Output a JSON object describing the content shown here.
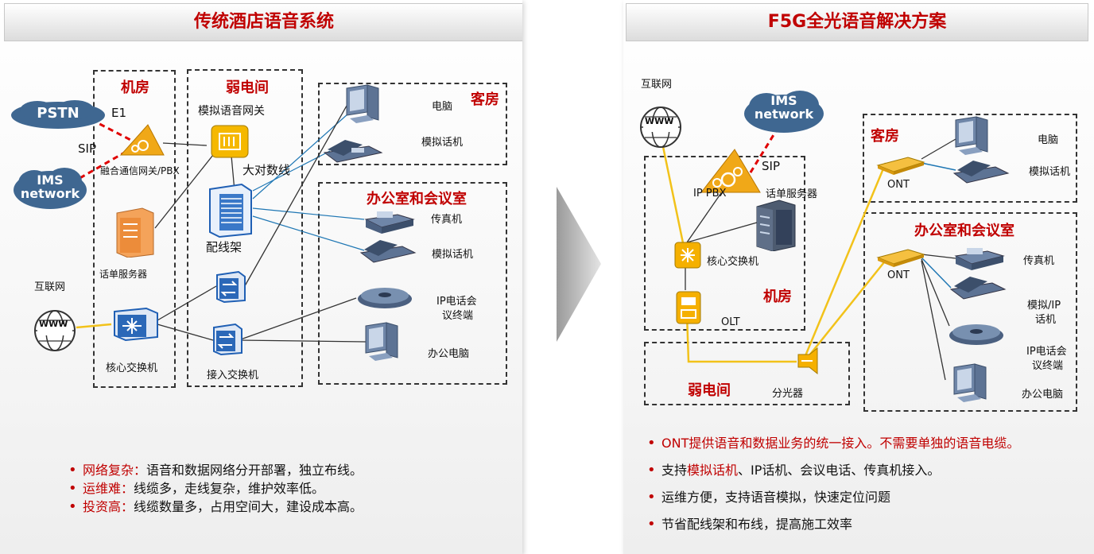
{
  "left": {
    "title": "传统酒店语音系统",
    "zones": {
      "machine_room": "机房",
      "weak_room": "弱电间",
      "guest_room": "客房",
      "office": "办公室和会议室"
    },
    "labels": {
      "pstn": "PSTN",
      "ims_line1": "IMS",
      "ims_line2": "network",
      "e1": "E1",
      "sip": "SIP",
      "gateway": "融合通信网关/PBX",
      "voice_gateway": "模拟语音网关",
      "big_cable": "大对数线",
      "patch_panel": "配线架",
      "billing_server": "话单服务器",
      "internet": "互联网",
      "www": "WWW",
      "core_switch": "核心交换机",
      "access_switch": "接入交换机",
      "pc": "电脑",
      "analog_phone": "模拟话机",
      "fax": "传真机",
      "analog_phone2": "模拟话机",
      "ip_conf_line1": "IP电话会",
      "ip_conf_line2": "议终端",
      "office_pc": "办公电脑"
    },
    "bullets": [
      {
        "key": "网络复杂：",
        "text": "语音和数据网络分开部署，独立布线。"
      },
      {
        "key": "运维难：",
        "text": "线缆多，走线复杂，维护效率低。"
      },
      {
        "key": "投资高：",
        "text": "线缆数量多，占用空间大，建设成本高。"
      }
    ]
  },
  "right": {
    "title": "F5G全光语音解决方案",
    "zones": {
      "machine_room": "机房",
      "weak_room": "弱电间",
      "guest_room": "客房",
      "office": "办公室和会议室"
    },
    "labels": {
      "internet": "互联网",
      "www": "WWW",
      "ims_line1": "IMS",
      "ims_line2": "network",
      "sip": "SIP",
      "ip_pbx": "IP PBX",
      "billing_server": "话单服务器",
      "core_switch": "核心交换机",
      "olt": "OLT",
      "splitter": "分光器",
      "ont1": "ONT",
      "ont2": "ONT",
      "pc": "电脑",
      "analog_phone": "模拟话机",
      "fax": "传真机",
      "analog_ip_line1": "模拟/IP",
      "analog_ip_line2": "话机",
      "ip_conf_line1": "IP电话会",
      "ip_conf_line2": "议终端",
      "office_pc": "办公电脑"
    },
    "bullets": [
      {
        "red": "ONT提供语音和数据业务的统一接入。不需要单独的语音电缆。"
      },
      {
        "pre": "支持",
        "red": "模拟话机",
        "post": "、IP话机、会议电话、传真机接入。"
      },
      {
        "pre": "运维方便，支持语音模拟，快速定位问题"
      },
      {
        "pre": "节省配线架和布线，提高施工效率"
      }
    ]
  },
  "colors": {
    "accent_red": "#c00000",
    "fiber_yellow": "#f2c21a",
    "cable_blue": "#1f77b4",
    "cloud_blue": "#3f6791"
  }
}
